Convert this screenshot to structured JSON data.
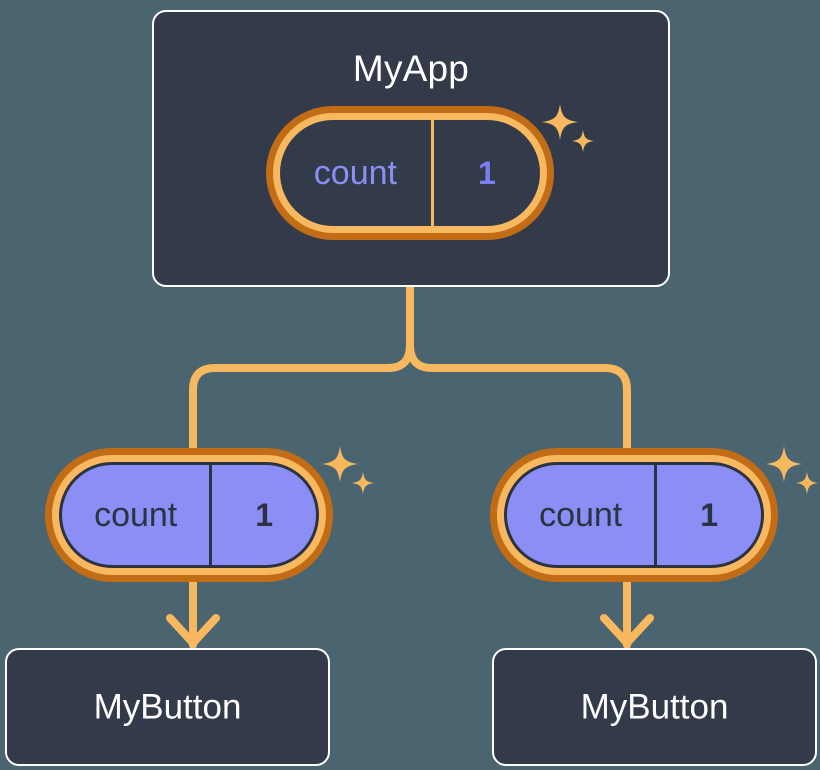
{
  "diagram": {
    "title": "MyApp",
    "theme": {
      "background": "#4a6570",
      "card_fill": "#333a4a",
      "card_border": "#ffffff",
      "pill_ring_outer": "#c26d15",
      "pill_ring_inner": "#f7b860",
      "pill_purple_fill": "#8b8ef5",
      "connector": "#f7b860",
      "sparkle": "#f7b860",
      "text_light": "#ffffff",
      "text_dark": "#2c3340",
      "text_accent": "#8b8ef5"
    }
  },
  "root": {
    "label": "MyApp",
    "state": {
      "key": "count",
      "value": "1"
    }
  },
  "branches": [
    {
      "state": {
        "key": "count",
        "value": "1"
      },
      "child": {
        "label": "MyButton"
      }
    },
    {
      "state": {
        "key": "count",
        "value": "1"
      },
      "child": {
        "label": "MyButton"
      }
    }
  ],
  "icons": {
    "sparkle_large": "sparkle-icon",
    "sparkle_small": "sparkle-icon",
    "arrow": "arrow-down-icon"
  }
}
